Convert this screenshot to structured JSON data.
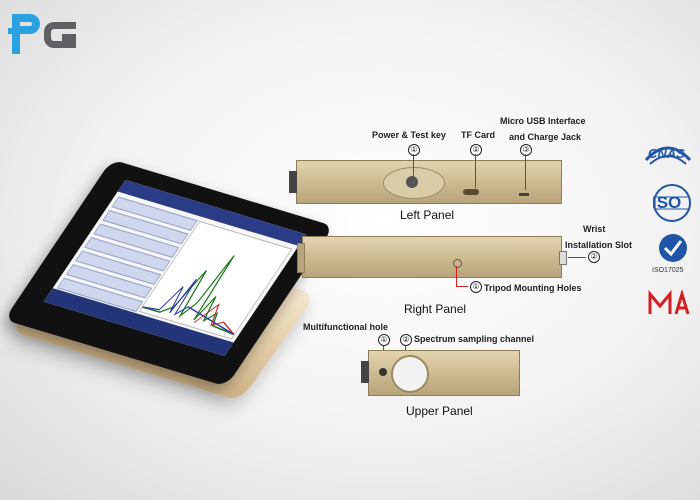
{
  "brand": {
    "logo_text": "PG"
  },
  "callouts": {
    "power_test_key": "Power & Test key",
    "tf_card": "TF Card",
    "micro_usb_line1": "Micro USB Interface",
    "micro_usb_line2": "and Charge Jack",
    "wrist_line1": "Wrist",
    "wrist_line2": "Installation Slot",
    "tripod": "Tripod Mounting Holes",
    "multifunctional": "Multifunctional hole",
    "spectrum": "Spectrum sampling channel"
  },
  "numbers": {
    "one": "①",
    "two": "②",
    "three": "③"
  },
  "panels": {
    "left": "Left Panel",
    "right": "Right Panel",
    "upper": "Upper Panel"
  },
  "certs": {
    "cnas": "CNAS",
    "iso": "ISO",
    "iso17025": "ISO17025",
    "ma": "MA"
  },
  "colors": {
    "accent_red": "#d21f1f",
    "logo_blue": "#2aa1e0",
    "logo_gray": "#5f6063",
    "cnas_blue": "#1f56a8"
  }
}
